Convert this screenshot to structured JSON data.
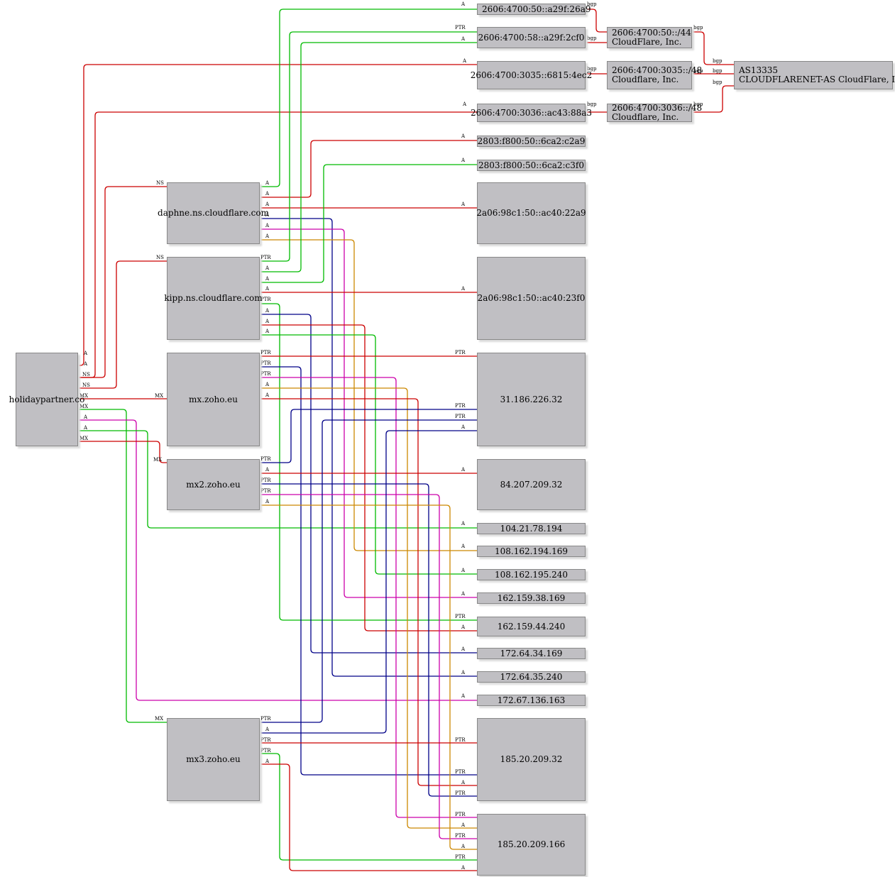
{
  "colors": {
    "red": "#cc0000",
    "green": "#00bb00",
    "blue": "#000088",
    "magenta": "#cc00aa",
    "orange": "#cc8800",
    "node_fill": "#c0bfc3"
  },
  "nodes": [
    {
      "id": "holiday",
      "lines": [
        "holidaypartner.co"
      ]
    },
    {
      "id": "daphne",
      "lines": [
        "daphne.ns.cloudflare.com"
      ]
    },
    {
      "id": "kipp",
      "lines": [
        "kipp.ns.cloudflare.com"
      ]
    },
    {
      "id": "mx",
      "lines": [
        "mx.zoho.eu"
      ]
    },
    {
      "id": "mx2",
      "lines": [
        "mx2.zoho.eu"
      ]
    },
    {
      "id": "mx3",
      "lines": [
        "mx3.zoho.eu"
      ]
    },
    {
      "id": "ip6a",
      "lines": [
        "2606:4700:50::a29f:26a9"
      ]
    },
    {
      "id": "ip6b",
      "lines": [
        "2606:4700:58::a29f:2cf0"
      ]
    },
    {
      "id": "ip6c",
      "lines": [
        "2606:4700:3035::6815:4ec2"
      ]
    },
    {
      "id": "ip6d",
      "lines": [
        "2606:4700:3036::ac43:88a3"
      ]
    },
    {
      "id": "ip6e",
      "lines": [
        "2803:f800:50::6ca2:c2a9"
      ]
    },
    {
      "id": "ip6f",
      "lines": [
        "2803:f800:50::6ca2:c3f0"
      ]
    },
    {
      "id": "ip6g",
      "lines": [
        "2a06:98c1:50::ac40:22a9"
      ]
    },
    {
      "id": "ip6h",
      "lines": [
        "2a06:98c1:50::ac40:23f0"
      ]
    },
    {
      "id": "ip4a",
      "lines": [
        "31.186.226.32"
      ]
    },
    {
      "id": "ip4b",
      "lines": [
        "84.207.209.32"
      ]
    },
    {
      "id": "ip4c",
      "lines": [
        "104.21.78.194"
      ]
    },
    {
      "id": "ip4d",
      "lines": [
        "108.162.194.169"
      ]
    },
    {
      "id": "ip4e",
      "lines": [
        "108.162.195.240"
      ]
    },
    {
      "id": "ip4f",
      "lines": [
        "162.159.38.169"
      ]
    },
    {
      "id": "ip4g",
      "lines": [
        "162.159.44.240"
      ]
    },
    {
      "id": "ip4h",
      "lines": [
        "172.64.34.169"
      ]
    },
    {
      "id": "ip4i",
      "lines": [
        "172.64.35.240"
      ]
    },
    {
      "id": "ip4j",
      "lines": [
        "172.67.136.163"
      ]
    },
    {
      "id": "ip4k",
      "lines": [
        "185.20.209.32"
      ]
    },
    {
      "id": "ip4l",
      "lines": [
        "185.20.209.166"
      ]
    },
    {
      "id": "net1",
      "lines": [
        "2606:4700:50::/44",
        "CloudFlare, Inc."
      ]
    },
    {
      "id": "net2",
      "lines": [
        "2606:4700:3035::/48",
        "Cloudflare, Inc."
      ]
    },
    {
      "id": "net3",
      "lines": [
        "2606:4700:3036::/48",
        "Cloudflare, Inc."
      ]
    },
    {
      "id": "as",
      "lines": [
        "AS13335",
        "CLOUDFLARENET-AS CloudFlare, Inc."
      ]
    }
  ],
  "edges": [
    {
      "from": "holiday",
      "to": "ip6c",
      "type": "A",
      "color": "red"
    },
    {
      "from": "holiday",
      "to": "ip6d",
      "type": "A",
      "color": "red"
    },
    {
      "from": "holiday",
      "to": "daphne",
      "type": "NS",
      "color": "red"
    },
    {
      "from": "holiday",
      "to": "kipp",
      "type": "NS",
      "color": "red"
    },
    {
      "from": "holiday",
      "to": "mx",
      "type": "MX",
      "color": "red"
    },
    {
      "from": "holiday",
      "to": "mx3",
      "type": "MX",
      "color": "green"
    },
    {
      "from": "holiday",
      "to": "ip4j",
      "type": "A",
      "color": "magenta"
    },
    {
      "from": "holiday",
      "to": "ip4c",
      "type": "A",
      "color": "green"
    },
    {
      "from": "holiday",
      "to": "mx2",
      "type": "MX",
      "color": "red"
    },
    {
      "from": "daphne",
      "to": "ip6a",
      "type": "A",
      "color": "green"
    },
    {
      "from": "daphne",
      "to": "ip6e",
      "type": "A",
      "color": "red"
    },
    {
      "from": "daphne",
      "to": "ip6g",
      "type": "A",
      "color": "red"
    },
    {
      "from": "daphne",
      "to": "ip4i",
      "type": "A",
      "color": "blue"
    },
    {
      "from": "daphne",
      "to": "ip4f",
      "type": "A",
      "color": "magenta"
    },
    {
      "from": "daphne",
      "to": "ip4d",
      "type": "A",
      "color": "orange"
    },
    {
      "from": "kipp",
      "to": "ip6b",
      "type": "PTR",
      "color": "green"
    },
    {
      "from": "kipp",
      "to": "ip6b",
      "type": "A",
      "color": "green"
    },
    {
      "from": "kipp",
      "to": "ip6f",
      "type": "A",
      "color": "green"
    },
    {
      "from": "kipp",
      "to": "ip6h",
      "type": "A",
      "color": "red"
    },
    {
      "from": "kipp",
      "to": "ip4g",
      "type": "PTR",
      "color": "green"
    },
    {
      "from": "kipp",
      "to": "ip4h",
      "type": "A",
      "color": "blue"
    },
    {
      "from": "kipp",
      "to": "ip4g",
      "type": "A",
      "color": "red"
    },
    {
      "from": "kipp",
      "to": "ip4e",
      "type": "A",
      "color": "green"
    },
    {
      "from": "mx",
      "to": "ip4a",
      "type": "PTR",
      "color": "red"
    },
    {
      "from": "mx",
      "to": "ip4k",
      "type": "PTR",
      "color": "blue"
    },
    {
      "from": "mx",
      "to": "ip4l",
      "type": "PTR",
      "color": "magenta"
    },
    {
      "from": "mx",
      "to": "ip4l",
      "type": "A",
      "color": "orange"
    },
    {
      "from": "mx",
      "to": "ip4k",
      "type": "A",
      "color": "red"
    },
    {
      "from": "mx2",
      "to": "ip4a",
      "type": "PTR",
      "color": "blue"
    },
    {
      "from": "mx2",
      "to": "ip4b",
      "type": "A",
      "color": "red"
    },
    {
      "from": "mx2",
      "to": "ip4k",
      "type": "PTR",
      "color": "blue"
    },
    {
      "from": "mx2",
      "to": "ip4l",
      "type": "PTR",
      "color": "magenta"
    },
    {
      "from": "mx2",
      "to": "ip4l",
      "type": "A",
      "color": "orange"
    },
    {
      "from": "mx3",
      "to": "ip4a",
      "type": "PTR",
      "color": "blue"
    },
    {
      "from": "mx3",
      "to": "ip4a",
      "type": "A",
      "color": "blue"
    },
    {
      "from": "mx3",
      "to": "ip4k",
      "type": "PTR",
      "color": "red"
    },
    {
      "from": "mx3",
      "to": "ip4l",
      "type": "PTR",
      "color": "green"
    },
    {
      "from": "mx3",
      "to": "ip4l",
      "type": "A",
      "color": "red"
    },
    {
      "from": "ip6a",
      "to": "net1",
      "type": "bgp",
      "color": "red"
    },
    {
      "from": "ip6b",
      "to": "net1",
      "type": "bgp",
      "color": "red"
    },
    {
      "from": "net1",
      "to": "as",
      "type": "bgp",
      "color": "red"
    },
    {
      "from": "ip6c",
      "to": "net2",
      "type": "bgp",
      "color": "red"
    },
    {
      "from": "net2",
      "to": "as",
      "type": "bgp",
      "color": "red"
    },
    {
      "from": "ip6d",
      "to": "net3",
      "type": "bgp",
      "color": "red"
    },
    {
      "from": "net3",
      "to": "as",
      "type": "bgp",
      "color": "red"
    }
  ]
}
